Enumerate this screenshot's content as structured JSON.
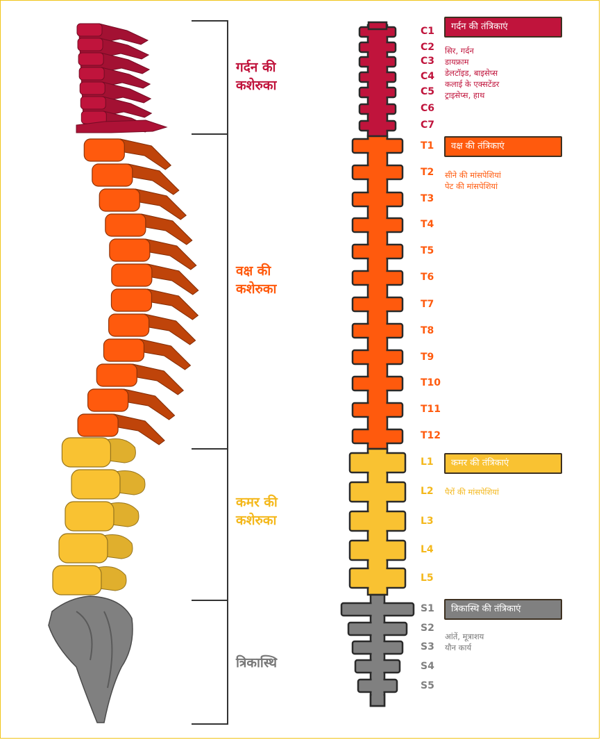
{
  "colors": {
    "cervical": "#c0143c",
    "thoracic": "#ff5a0d",
    "lumbar": "#f9c232",
    "sacral": "#808080",
    "bracket": "#333333",
    "outline": "#2a2a2a"
  },
  "regions": [
    {
      "key": "cervical",
      "label": "गर्दन की\nकशेरुका"
    },
    {
      "key": "thoracic",
      "label": "वक्ष की\nकशेरुका"
    },
    {
      "key": "lumbar",
      "label": "कमर की\nकशेरुका"
    },
    {
      "key": "sacral",
      "label": "त्रिकास्थि"
    }
  ],
  "levels": {
    "cervical": [
      "C1",
      "C2",
      "C3",
      "C4",
      "C5",
      "C6",
      "C7"
    ],
    "thoracic": [
      "T1",
      "T2",
      "T3",
      "T4",
      "T5",
      "T6",
      "T7",
      "T8",
      "T9",
      "T10",
      "T11",
      "T12"
    ],
    "lumbar": [
      "L1",
      "L2",
      "L3",
      "L4",
      "L5"
    ],
    "sacral": [
      "S1",
      "S2",
      "S3",
      "S4",
      "S5"
    ]
  },
  "nerves": [
    {
      "key": "cervical",
      "title": "गर्दन की तंत्रिकाएं",
      "functions": "सिर, गर्दन\nडायफ्राम\nडेलटॉइड, बाइसेप्स\nकलाई के एक्सटेंडर\nट्राइसेप्स, हाथ"
    },
    {
      "key": "thoracic",
      "title": "वक्ष की तंत्रिकाएं",
      "functions": "सीने की मांसपेशियां\nपेट की मांसपेशियां"
    },
    {
      "key": "lumbar",
      "title": "कमर की तंत्रिकाएं",
      "functions": "पैरों की मांसपेशियां"
    },
    {
      "key": "sacral",
      "title": "त्रिकास्थि की तंत्रिकाएं",
      "functions": "आंतें, मूत्राशय\nयौन कार्य"
    }
  ],
  "icons": [
    "spine-illustration",
    "spinal-column-schematic"
  ]
}
